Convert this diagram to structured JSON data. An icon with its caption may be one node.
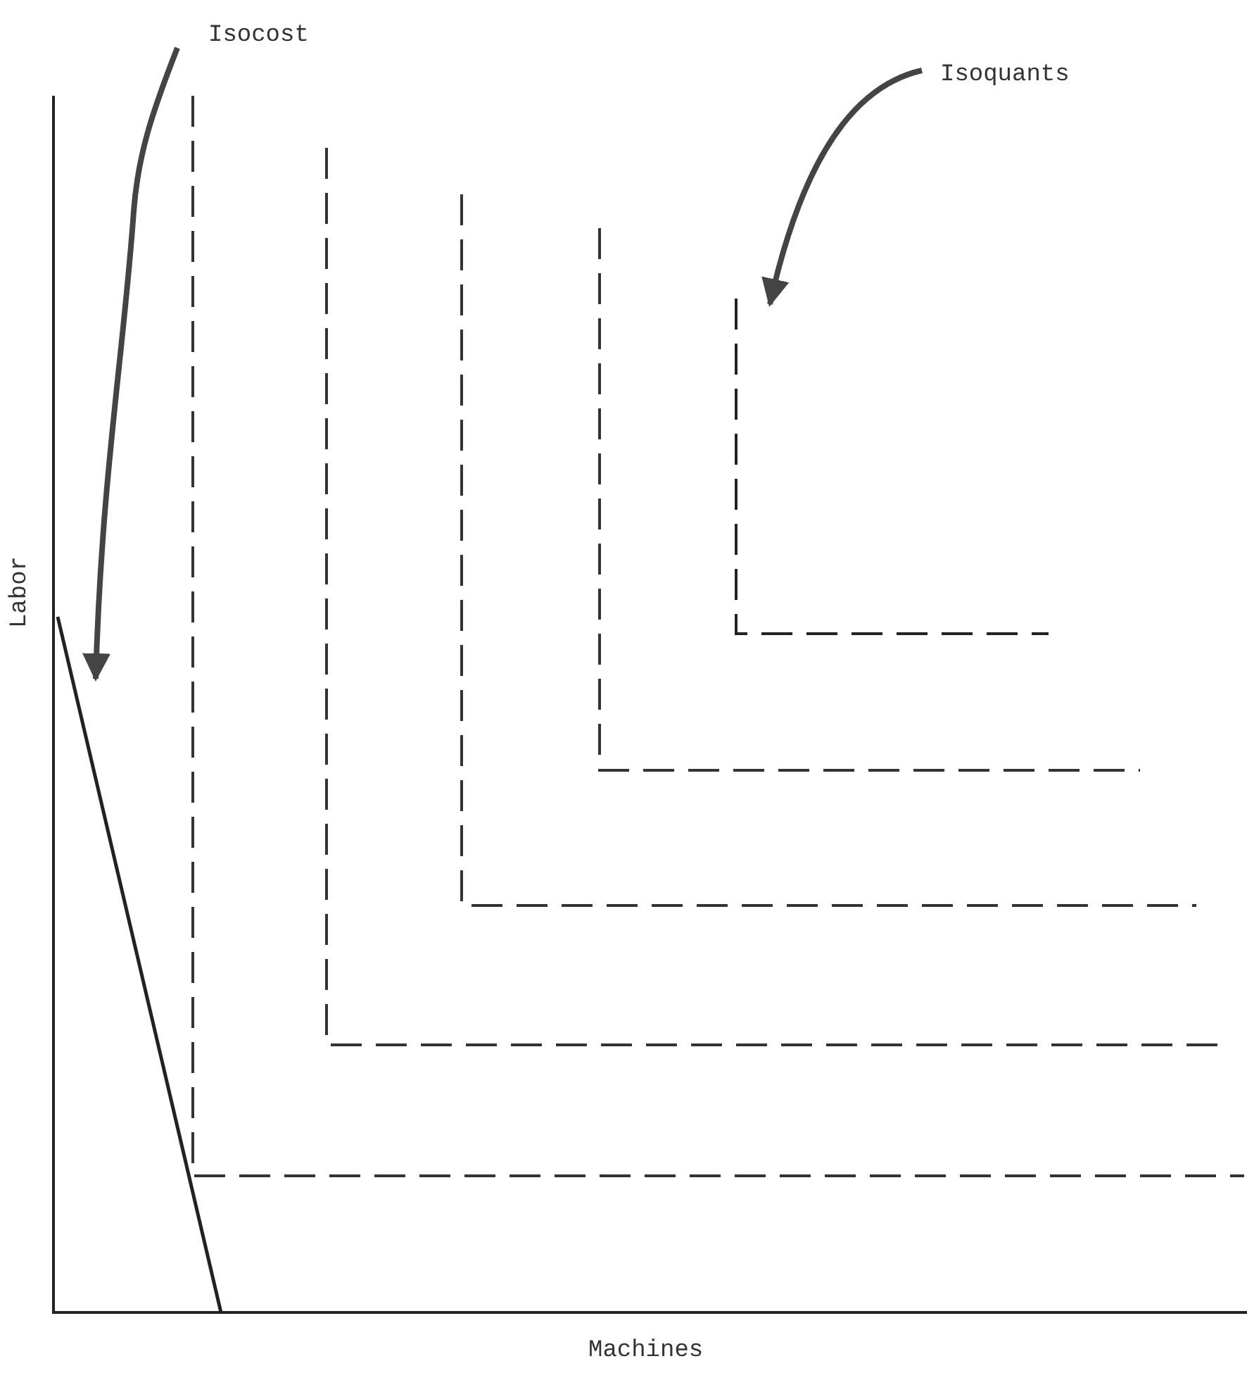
{
  "diagram": {
    "nodes": [
      {
        "text": [
          "Isocost"
        ]
      },
      {
        "text": [],
        "shape": "line"
      },
      {
        "text": [
          "Isoquants"
        ]
      },
      {
        "text": [],
        "shape": "line"
      }
    ],
    "edges": [
      {
        "from": 0,
        "to": 1,
        "arrow": "to"
      },
      {
        "from": 2,
        "to": 3,
        "arrow": "to"
      }
    ],
    "labels": [
      "Labor",
      "Machines"
    ]
  }
}
